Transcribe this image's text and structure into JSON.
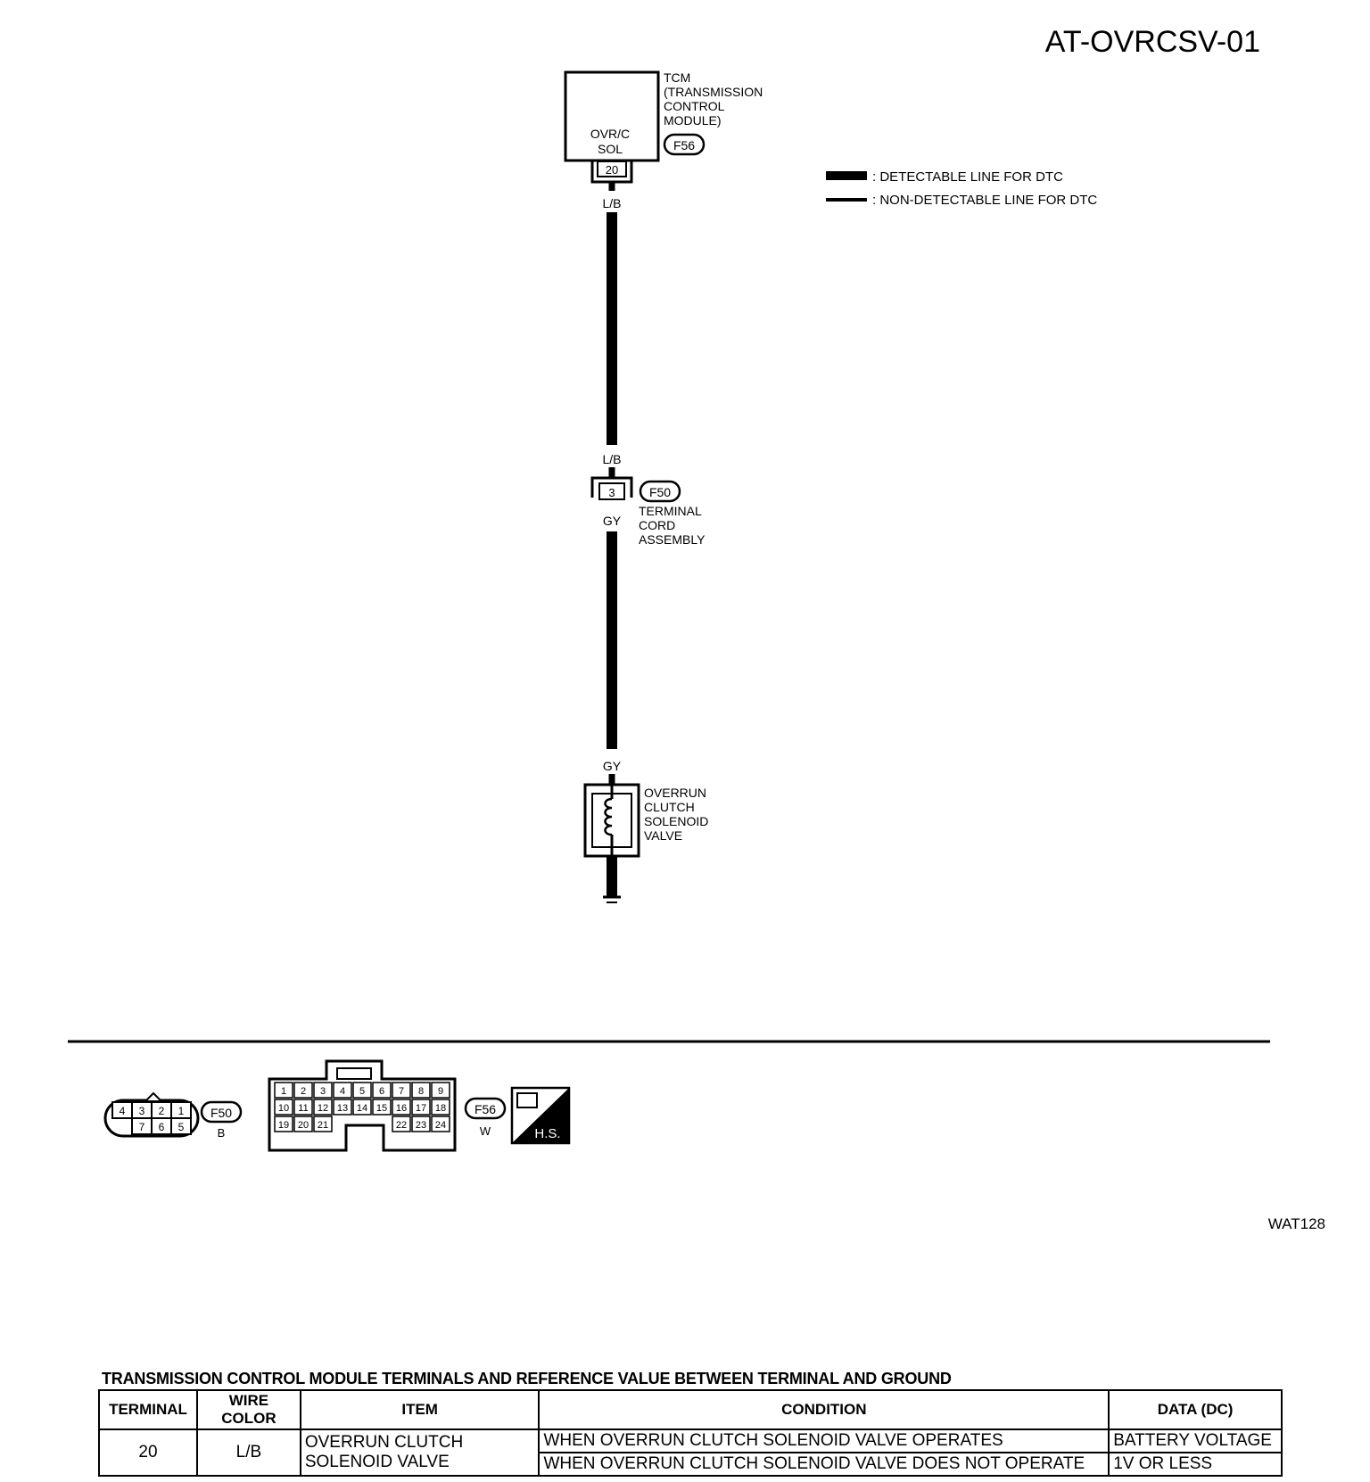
{
  "diagram_id": "AT-OVRCSV-01",
  "figure_code": "WAT128",
  "tcm": {
    "name_lines": [
      "TCM",
      "(TRANSMISSION",
      "CONTROL",
      "MODULE)"
    ],
    "inner_lines": [
      "OVR/C",
      "SOL"
    ],
    "connector": "F56",
    "terminal": "20"
  },
  "legend": {
    "detectable": ": DETECTABLE LINE FOR DTC",
    "non_detectable": ": NON-DETECTABLE LINE FOR DTC"
  },
  "wires": {
    "upper_top": "L/B",
    "upper_bottom": "L/B",
    "lower_top": "GY",
    "lower_bottom": "GY"
  },
  "terminal_cord": {
    "connector": "F50",
    "terminal": "3",
    "name_lines": [
      "TERMINAL",
      "CORD",
      "ASSEMBLY"
    ]
  },
  "solenoid": {
    "name_lines": [
      "OVERRUN",
      "CLUTCH",
      "SOLENOID",
      "VALVE"
    ]
  },
  "connector_views": {
    "f50": {
      "id": "F50",
      "color": "B",
      "top_row": [
        "4",
        "3",
        "2",
        "1"
      ],
      "bottom_row": [
        "7",
        "6",
        "5"
      ]
    },
    "f56": {
      "id": "F56",
      "color": "W",
      "rows": [
        [
          "1",
          "2",
          "3",
          "4",
          "5",
          "6",
          "7",
          "8",
          "9"
        ],
        [
          "10",
          "11",
          "12",
          "13",
          "14",
          "15",
          "16",
          "17",
          "18"
        ],
        [
          "19",
          "20",
          "21",
          "22",
          "23",
          "24"
        ]
      ]
    },
    "hs_label": "H.S."
  },
  "table": {
    "caption": "TRANSMISSION CONTROL MODULE TERMINALS AND REFERENCE VALUE BETWEEN TERMINAL AND GROUND",
    "headers": [
      "TERMINAL",
      "WIRE COLOR",
      "ITEM",
      "CONDITION",
      "DATA (DC)"
    ],
    "row": {
      "terminal": "20",
      "wire_color": "L/B",
      "item_lines": [
        "OVERRUN CLUTCH",
        "SOLENOID VALVE"
      ],
      "conditions": [
        {
          "condition": "WHEN OVERRUN CLUTCH SOLENOID VALVE OPERATES",
          "data": "BATTERY VOLTAGE"
        },
        {
          "condition": "WHEN OVERRUN CLUTCH SOLENOID VALVE DOES NOT OPERATE",
          "data": "1V OR LESS"
        }
      ]
    }
  }
}
